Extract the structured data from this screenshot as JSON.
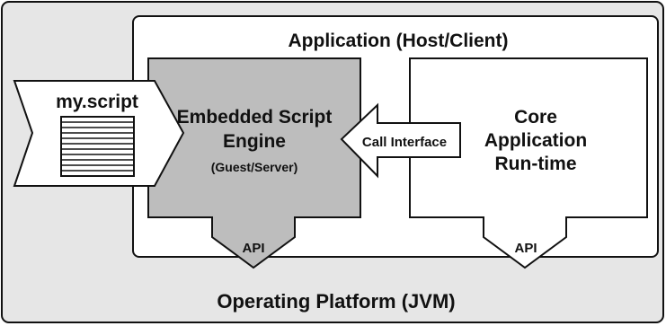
{
  "platform": {
    "label": "Operating Platform (JVM)"
  },
  "application": {
    "label": "Application (Host/Client)"
  },
  "script_file": {
    "label": "my.script"
  },
  "engine": {
    "line1": "Embedded Script",
    "line2": "Engine",
    "subtitle": "(Guest/Server)"
  },
  "call_interface": {
    "label": "Call Interface"
  },
  "core": {
    "line1": "Core",
    "line2": "Application",
    "line3": "Run-time"
  },
  "api_left": {
    "label": "API"
  },
  "api_right": {
    "label": "API"
  },
  "colors": {
    "outer_fill": "#e6e6e6",
    "engine_fill": "#bdbdbd",
    "stroke": "#111111",
    "white": "#ffffff"
  }
}
